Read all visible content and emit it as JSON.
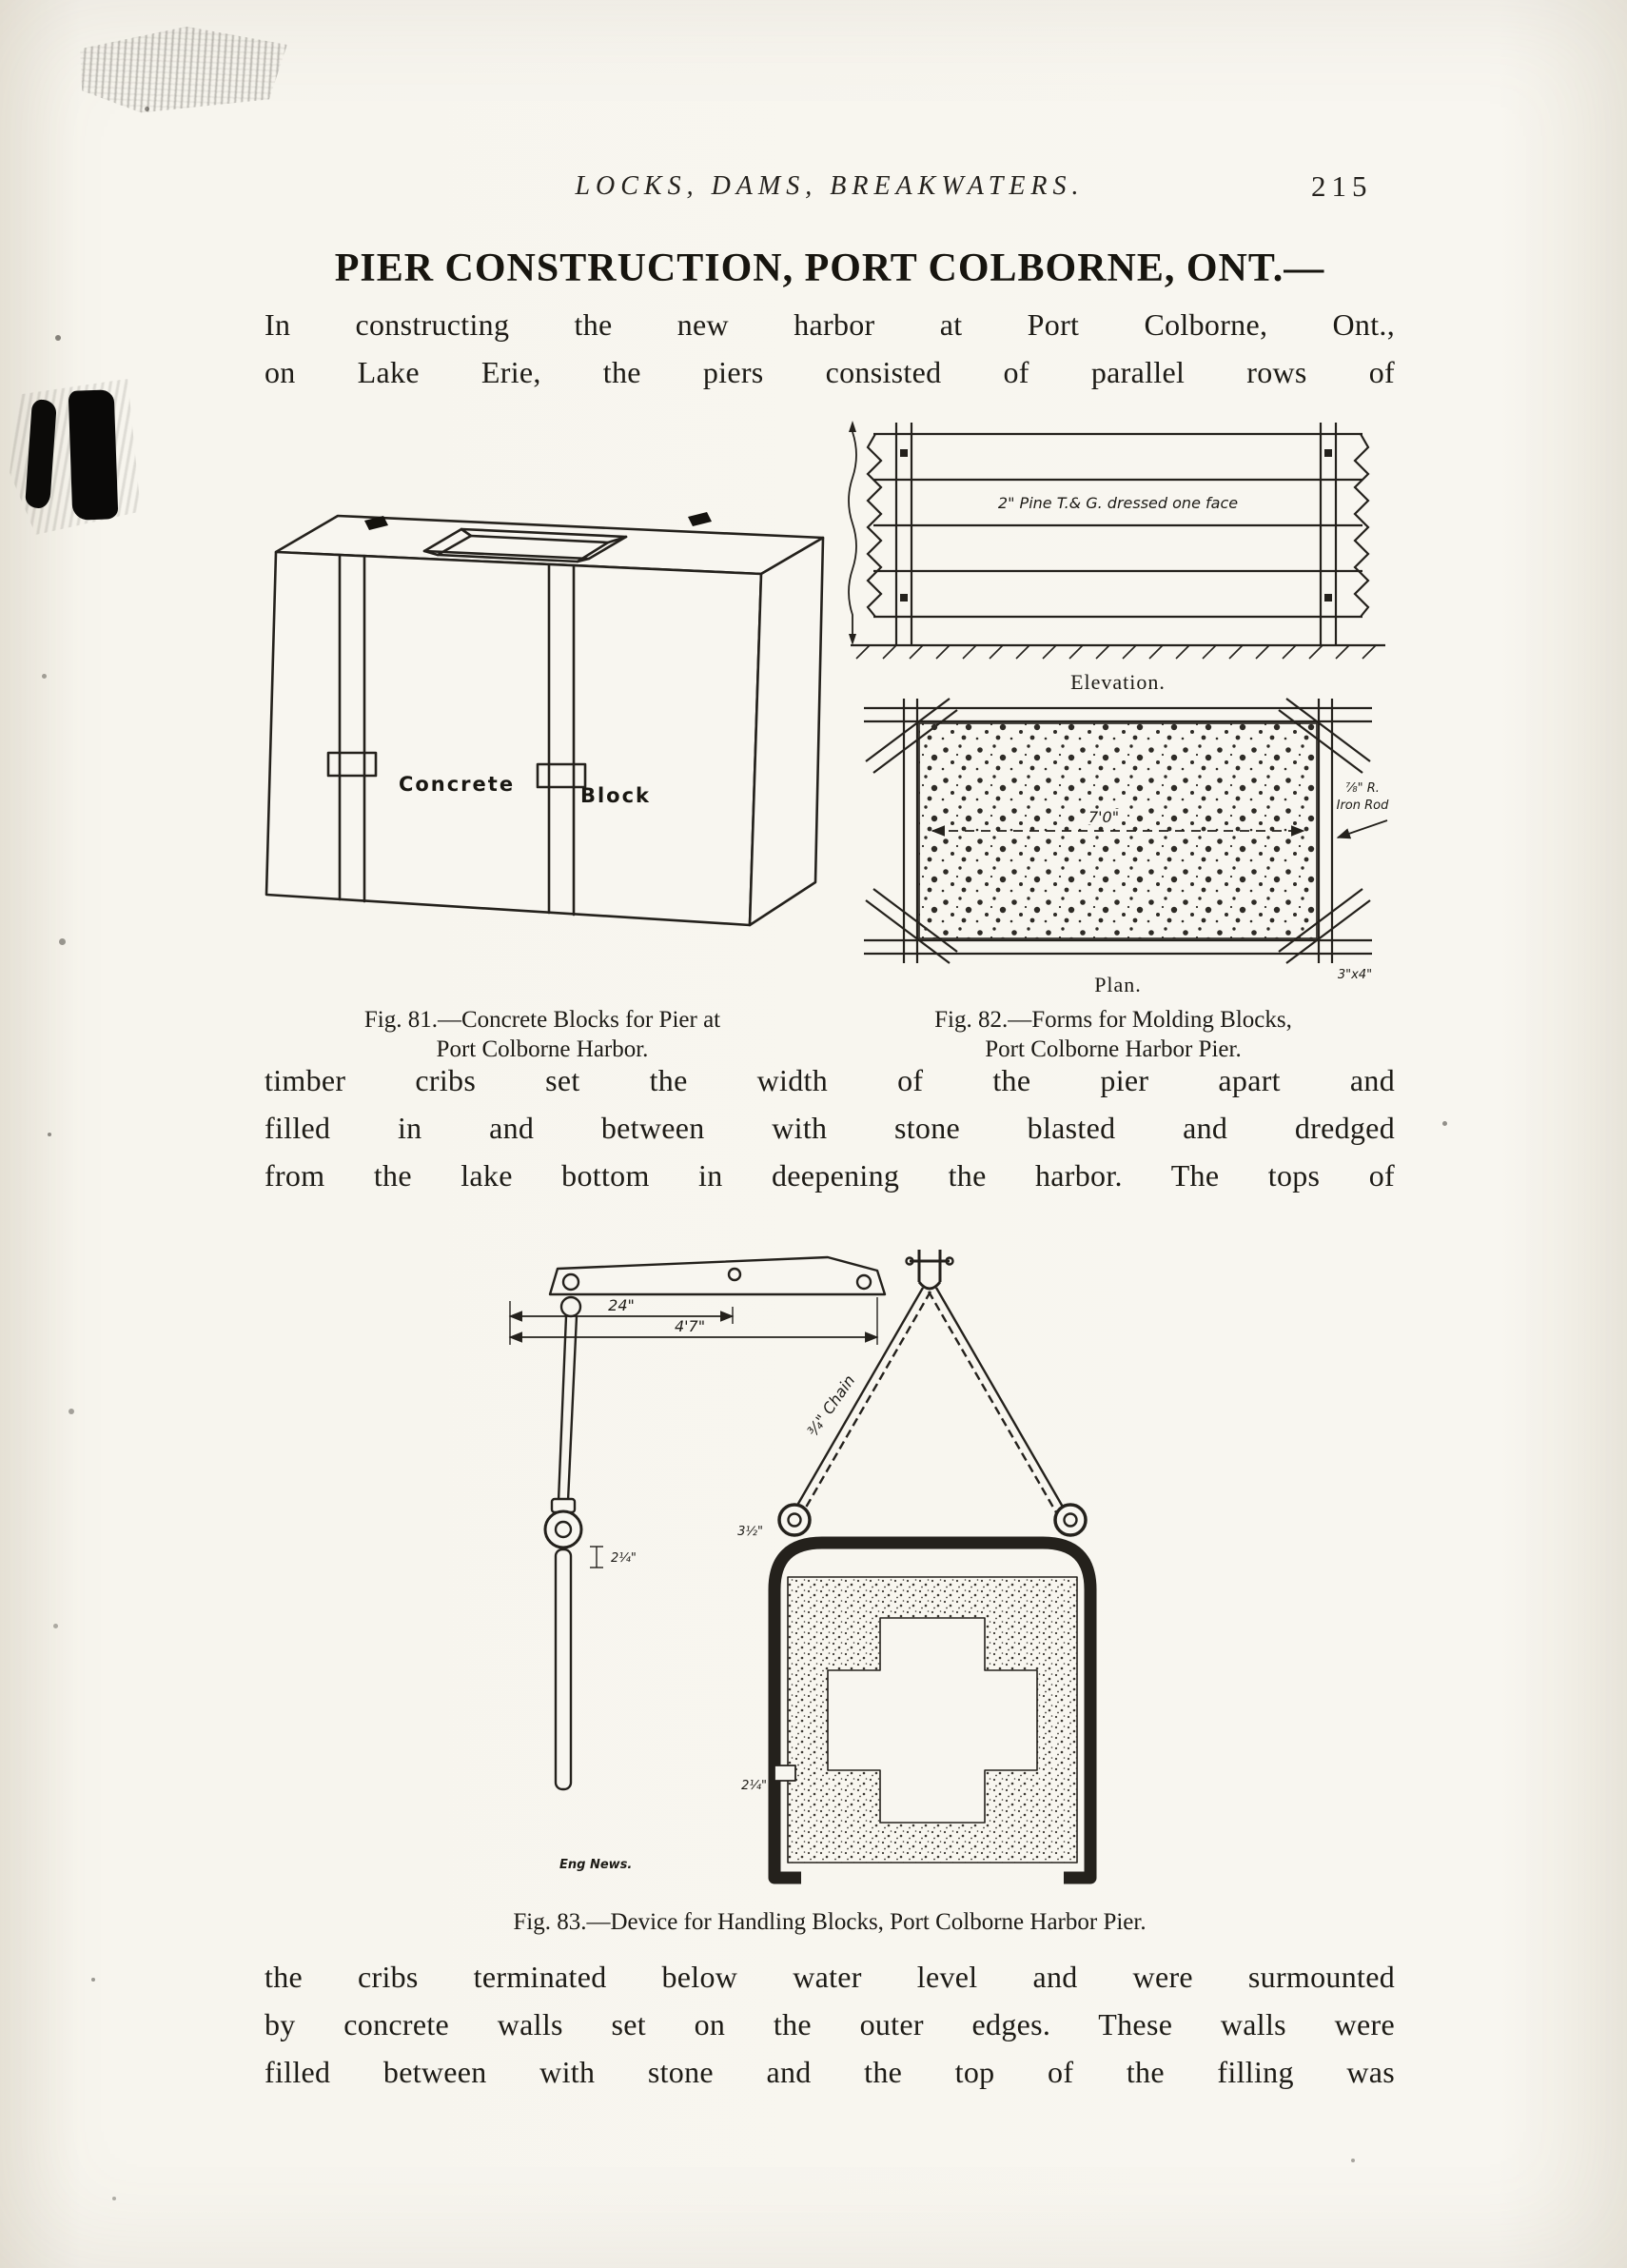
{
  "page": {
    "running_header": "LOCKS, DAMS, BREAKWATERS.",
    "page_number": "215"
  },
  "article": {
    "heading": "PIER CONSTRUCTION, PORT COLBORNE, ONT.—",
    "para1_line1": "In constructing the new harbor at Port Colborne, Ont.,",
    "para1_line2": "on Lake Erie, the piers consisted of parallel rows of",
    "para2_line1": "timber cribs set the width of the pier apart and",
    "para2_line2": "filled in and between with stone blasted and dredged",
    "para2_line3": "from the lake bottom in deepening the harbor.  The tops of",
    "para3_line1": "the cribs terminated below water level and were surmounted",
    "para3_line2": "by concrete walls set on the outer edges.  These walls were",
    "para3_line3": "filled between with stone and the top of the filling was"
  },
  "fig81": {
    "block_label_1": "Concrete",
    "block_label_2": "Block",
    "caption_line1": "Fig. 81.—Concrete Blocks for Pier at",
    "caption_line2": "Port Colborne Harbor."
  },
  "fig82": {
    "board_note": "2\" Pine T.& G. dressed one face",
    "elevation_label": "Elevation.",
    "plan_label": "Plan.",
    "plan_width_dim": "7'0\"",
    "iron_rod_note_1": "⅞\" R.",
    "iron_rod_note_2": "Iron Rod",
    "corner_note": "3\"x4\"",
    "caption_line1": "Fig. 82.—Forms for Molding Blocks,",
    "caption_line2": "Port Colborne Harbor Pier."
  },
  "fig83": {
    "dim_short": "24\"",
    "dim_long": "4'7\"",
    "chain_note": "¾\" Chain",
    "rod_dim": "2¼\"",
    "frame_top_dim": "3½\"",
    "frame_bottom_dim": "2¼\"",
    "credit": "Eng News.",
    "caption": "Fig. 83.—Device for Handling Blocks, Port Colborne Harbor Pier."
  }
}
